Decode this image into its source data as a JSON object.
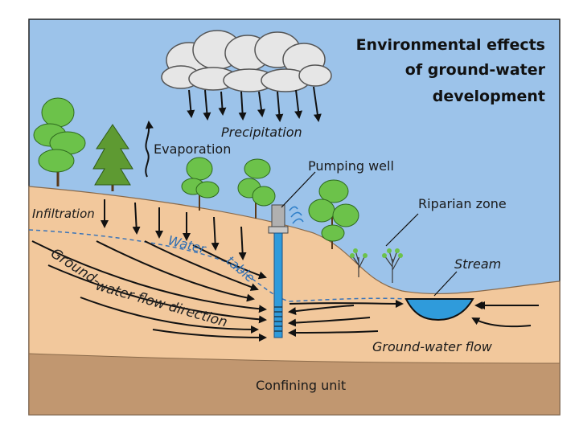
{
  "title": {
    "line1": "Environmental effects",
    "line2": "of ground-water",
    "line3": "development"
  },
  "labels": {
    "precipitation": "Precipitation",
    "evaporation": "Evaporation",
    "pumping_well": "Pumping well",
    "riparian_zone": "Riparian zone",
    "infiltration": "Infiltration",
    "water_table_1": "Water",
    "water_table_2": "table",
    "flow_direction_1": "Ground-",
    "flow_direction_2": "water flow direction",
    "stream": "Stream",
    "ground_water_flow": "Ground-water flow",
    "confining_unit": "Confining unit"
  },
  "colors": {
    "sky": "#9cc3ea",
    "soil": "#f2c89c",
    "confining": "#c19770",
    "water": "#2f9bdb",
    "tree_dark": "#3f8a2c",
    "tree_light": "#6cc24a"
  }
}
